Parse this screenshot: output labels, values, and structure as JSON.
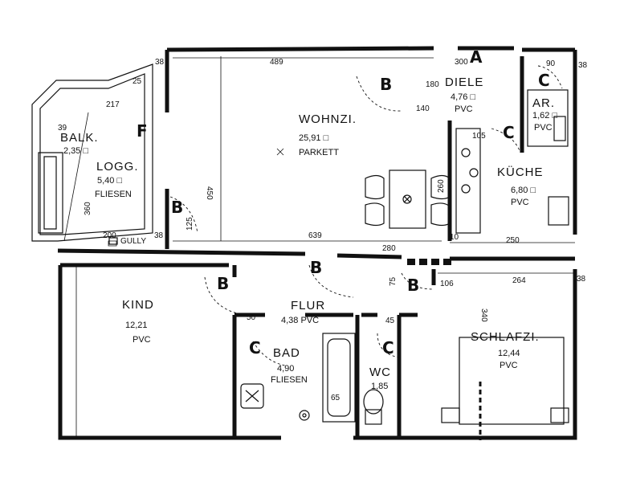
{
  "rooms": {
    "wohnzi": {
      "name": "WOHNZI.",
      "area": "25,91 □",
      "floor": "PARKETT"
    },
    "diele": {
      "name": "DIELE",
      "area": "4,76 □",
      "floor": "PVC"
    },
    "ar": {
      "name": "AR.",
      "area": "1,62 □",
      "floor": "PVC"
    },
    "kueche": {
      "name": "KÜCHE",
      "area": "6,80 □",
      "floor": "PVC"
    },
    "balk": {
      "name": "BALK.",
      "area": "2,35 □"
    },
    "logg": {
      "name": "LOGG.",
      "area": "5,40 □",
      "floor": "FLIESEN"
    },
    "kind": {
      "name": "KIND",
      "area": "12,21",
      "floor": "PVC"
    },
    "flur": {
      "name": "FLUR",
      "area": "4,38 PVC"
    },
    "bad": {
      "name": "BAD",
      "area": "4,90",
      "floor": "FLIESEN"
    },
    "wc": {
      "name": "WC",
      "area": "1,85"
    },
    "schlafzi": {
      "name": "SCHLAFZI.",
      "area": "12,44",
      "floor": "PVC"
    }
  },
  "letters": {
    "a": "A",
    "b1": "B",
    "b2": "B",
    "b3": "B",
    "b4": "B",
    "b5": "B",
    "c1": "C",
    "c2": "C",
    "c3": "C",
    "c4": "C",
    "f": "F"
  },
  "dims": {
    "d489": "489",
    "d639": "639",
    "d280": "280",
    "d250": "250",
    "d264": "264",
    "d450": "450",
    "d360": "360",
    "d200": "200",
    "d38a": "38",
    "d38b": "38",
    "d38c": "38",
    "d38d": "38",
    "d300": "300",
    "d90": "90",
    "d140": "140",
    "d180": "180",
    "d105": "105",
    "d260": "260",
    "d106": "106",
    "d340": "340",
    "d65": "65",
    "d45": "45",
    "d217": "217",
    "d39": "39",
    "d25": "25",
    "d125": "125",
    "d10": "10",
    "d50": "50",
    "d75": "75",
    "gully": "GULLY"
  }
}
